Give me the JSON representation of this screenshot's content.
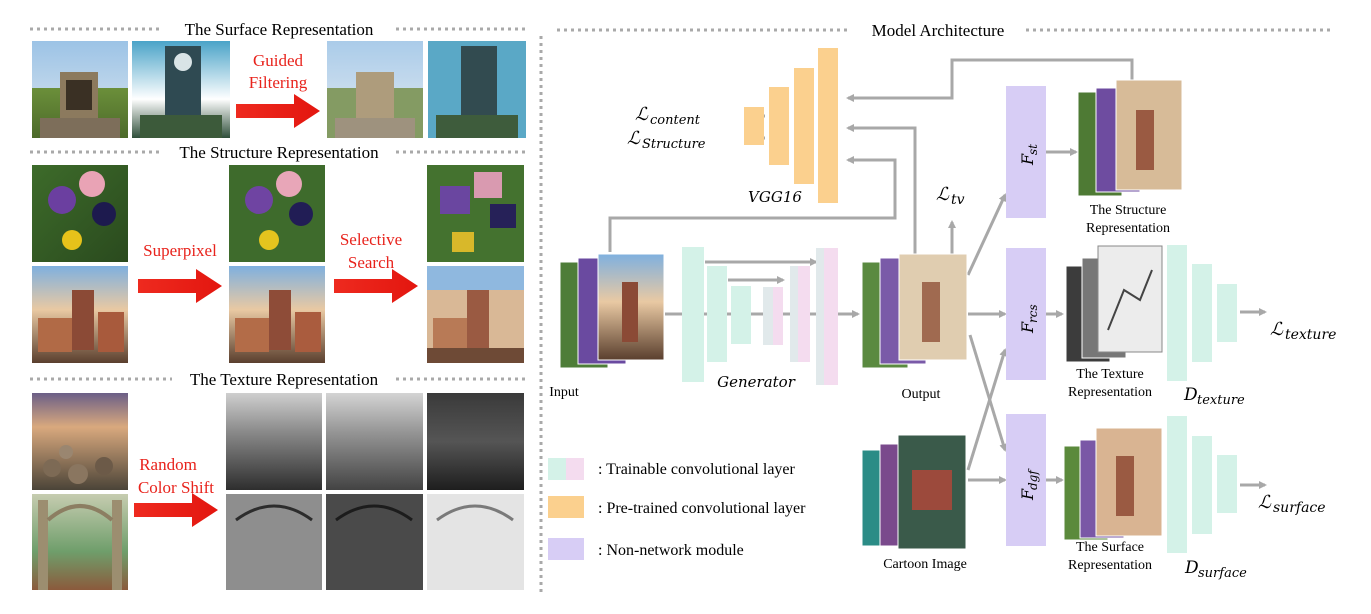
{
  "left_panel": {
    "surface": {
      "title": "The Surface Representation",
      "method_line1": "Guided",
      "method_line2": "Filtering"
    },
    "structure": {
      "title": "The Structure Representation",
      "method_a": "Superpixel",
      "method_b_line1": "Selective",
      "method_b_line2": "Search"
    },
    "texture": {
      "title": "The Texture Representation",
      "method_line1": "Random",
      "method_line2": "Color Shift"
    }
  },
  "architecture": {
    "title": "Model Architecture",
    "vgg_label": "VGG16",
    "loss_content": "ℒ",
    "loss_content_sub": "content",
    "loss_structure": "ℒ",
    "loss_structure_sub": "Structure",
    "loss_tv": "ℒ",
    "loss_tv_sub": "tv",
    "loss_texture": "ℒ",
    "loss_texture_sub": "texture",
    "loss_surface": "ℒ",
    "loss_surface_sub": "surface",
    "input_label": "Input",
    "generator_label": "Generator",
    "output_label": "Output",
    "cartoon_label": "Cartoon Image",
    "f_st": "F",
    "f_st_sub": "st",
    "f_rcs": "F",
    "f_rcs_sub": "rcs",
    "f_dgf": "F",
    "f_dgf_sub": "dgf",
    "structure_rep_line1": "The Structure",
    "structure_rep_line2": "Representation",
    "texture_rep_line1": "The Texture",
    "texture_rep_line2": "Representation",
    "surface_rep_line1": "The Surface",
    "surface_rep_line2": "Representation",
    "d_texture": "D",
    "d_texture_sub": "texture",
    "d_surface": "D",
    "d_surface_sub": "surface"
  },
  "legend": [
    {
      "label": ": Trainable convolutional layer",
      "color": "#d4f2e8",
      "color2": "#f4dcef"
    },
    {
      "label": ": Pre-trained convolutional layer",
      "color": "#fbd08e"
    },
    {
      "label": ": Non-network module",
      "color": "#d7cdf5"
    }
  ],
  "colors": {
    "trainable_green": "#d4f2e8",
    "trainable_pink": "#f4dcef",
    "pretrained_orange": "#fbd08e",
    "non_network_purple": "#d7cdf5",
    "method_red": "#e8231c",
    "arrow_gray": "#a8a8a8"
  }
}
